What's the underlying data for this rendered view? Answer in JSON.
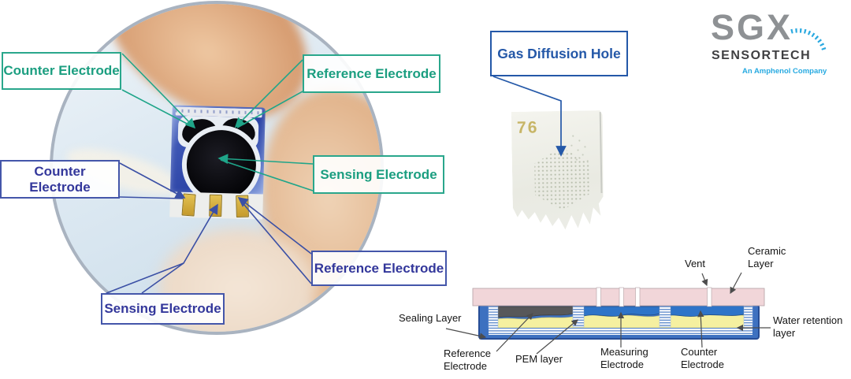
{
  "sensor_photo": {
    "callouts": [
      {
        "label": "Counter Electrode",
        "style": "teal"
      },
      {
        "label": "Reference Electrode",
        "style": "teal"
      },
      {
        "label": "Sensing Electrode",
        "style": "teal"
      },
      {
        "label": "Counter\nElectrode",
        "style": "blue"
      },
      {
        "label": "Sensing Electrode",
        "style": "blue"
      },
      {
        "label": "Reference Electrode",
        "style": "blue"
      }
    ]
  },
  "gas_hole": {
    "label": "Gas Diffusion Hole",
    "chip_marking": "76"
  },
  "logo": {
    "brand": "SGX",
    "name": "SENSORTECH",
    "tagline": "An Amphenol Company"
  },
  "cross_section": {
    "labels": {
      "vent": "Vent",
      "ceramic": "Ceramic\nLayer",
      "sealing": "Sealing Layer",
      "water": "Water retention\nlayer",
      "reference": "Reference\nElectrode",
      "pem": "PEM layer",
      "measuring": "Measuring\nElectrode",
      "counter": "Counter\nElectrode"
    }
  },
  "colors": {
    "teal_accent": "#1fa589",
    "navy_accent": "#33379b",
    "royal_accent": "#2458a8",
    "ceramic_pink": "#f1d6d9",
    "body_blue": "#3d71c0",
    "pem_yellow": "#f5f0a0",
    "electrode_gray": "#57585a",
    "electrode_blue": "#2e74c8",
    "logo_gray": "#8e9194",
    "logo_cyan": "#27aae1"
  }
}
